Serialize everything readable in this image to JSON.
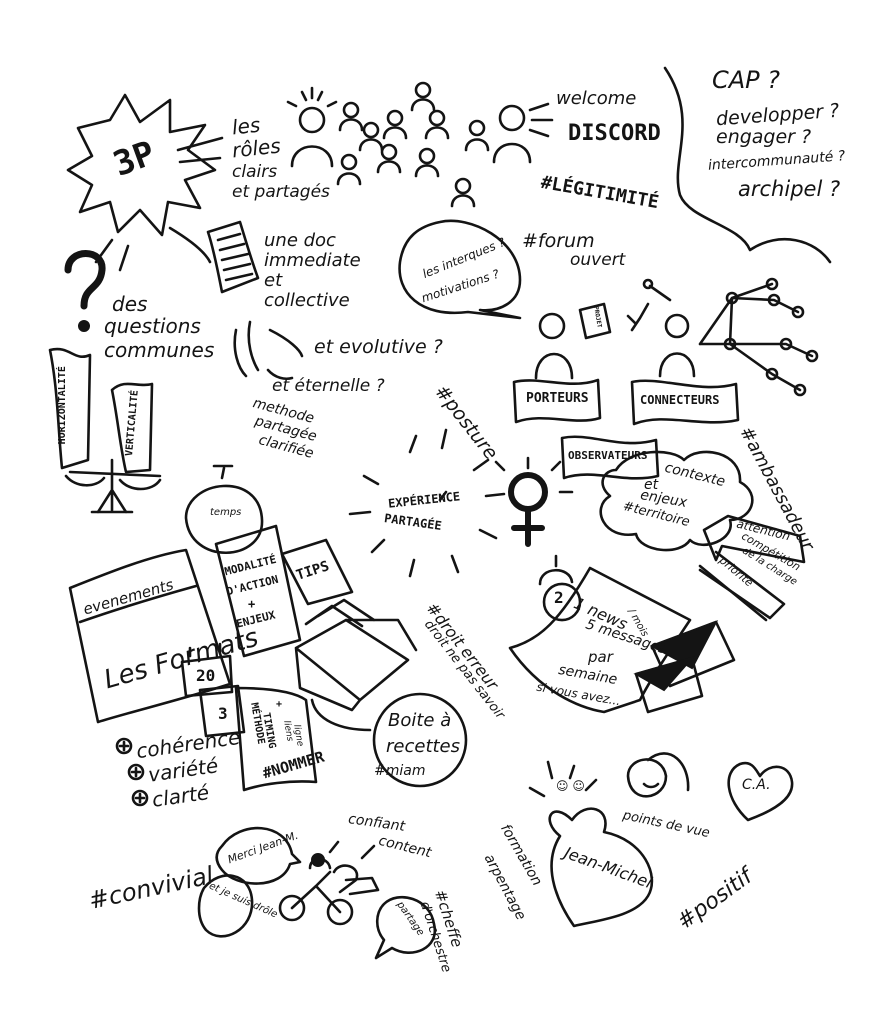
{
  "top": {
    "sun_label": "3P",
    "roles": [
      "les",
      "rôles",
      "clairs",
      "et partagés"
    ],
    "welcome": [
      "welcome",
      "DISCORD"
    ],
    "cap": [
      "CAP ?",
      "developper ?",
      "engager ?",
      "intercommunauté ?",
      "archipel ?"
    ]
  },
  "doc": [
    "une doc",
    "immediate",
    "et",
    "collective"
  ],
  "questions": [
    "des",
    "questions",
    "communes"
  ],
  "balance": {
    "left": "HORIZONTALITÉ",
    "right": "VERTICALITÉ"
  },
  "evolutive": "et evolutive ?",
  "eternelle": "et éternelle ?",
  "methode": [
    "methode",
    "partagée",
    "clarifiée"
  ],
  "hashtags": {
    "legitimite": "#LÉGITIMITÉ",
    "forum": [
      "#forum",
      "ouvert"
    ],
    "posture": "#posture",
    "ambassadeur": "#ambassadeur",
    "droit": [
      "#droit erreur",
      "droit ne pas savoir"
    ],
    "miam": "#miam",
    "nommer": "#NOMMER",
    "convivial": "#convivial",
    "cheffe": [
      "#cheffe",
      "d'orchestre"
    ],
    "positif": "#positif"
  },
  "speech": [
    "les interques ?",
    "motivations ?"
  ],
  "porteurs": {
    "label": "PORTEURS",
    "sign": "PROJET"
  },
  "connecteurs": "CONNECTEURS",
  "observateurs": "OBSERVATEURS",
  "experience": [
    "EXPÉRIENCE",
    "PARTAGÉE"
  ],
  "cloud": [
    "contexte",
    "et",
    "enjeux",
    "#territoire"
  ],
  "arrows": [
    "attention",
    "compétition",
    "de la charge",
    "priorité"
  ],
  "timer": "temps",
  "formats": {
    "tab": "evenements",
    "title": "Les Formats",
    "date1": "20",
    "date2": "3"
  },
  "modalite": [
    "MODALITÉ",
    "D'ACTION",
    "+",
    "ENJEUX"
  ],
  "tips": "TIPS",
  "methode_card": [
    "MÉTHODE",
    "TIMING",
    "+",
    "liens",
    "ligne"
  ],
  "benefits": [
    "cohérence",
    "variété",
    "clarté"
  ],
  "boite": [
    "Boite à",
    "recettes"
  ],
  "news": [
    "1 news",
    "/ mois",
    "5 messages",
    "par",
    "semaine",
    "si vous avez..."
  ],
  "timer2": "2",
  "smile": "☺ ☺",
  "jean": {
    "heart": "Jean-Michel",
    "left": [
      "formation",
      "arpentage"
    ],
    "right": "points de vue"
  },
  "ca": "C.A.",
  "bubbles": [
    "Merci Jean-M.",
    "et je suis drôle",
    "partage"
  ],
  "cycle": [
    "confiant",
    "content"
  ]
}
